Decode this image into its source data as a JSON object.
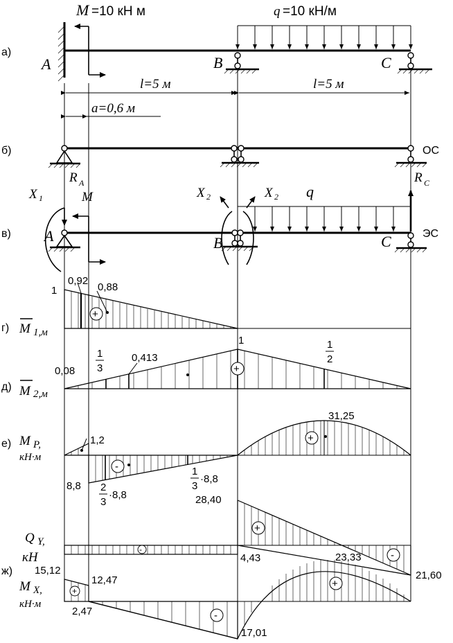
{
  "rows": {
    "a": "а)",
    "b": "б)",
    "v": "в)",
    "g": "г)",
    "d": "д)",
    "e": "е)",
    "zh": "ж)"
  },
  "loads": {
    "moment_M": "M",
    "moment_value": "=10 кН м",
    "q_sym": "q",
    "q_value": "=10 кН/м",
    "q_short": "q"
  },
  "dims": {
    "l1": "l=5 м",
    "l2": "l=5 м",
    "a": "a=0,6 м"
  },
  "points": {
    "A": "A",
    "B": "B",
    "C": "C"
  },
  "systems": {
    "os": "ОС",
    "es": "ЭС"
  },
  "reactions": {
    "RA_main": "R",
    "RA_sub": "A",
    "RC_main": "R",
    "RC_sub": "C",
    "X1_main": "X",
    "X1_sub": "1",
    "X2a_main": "X",
    "X2a_sub": "2",
    "X2b_main": "X",
    "X2b_sub": "2",
    "M": "M"
  },
  "diagrams": {
    "m1_label": "M",
    "m1_sub": "1,м",
    "m2_label": "M",
    "m2_sub": "2,м",
    "mp_label": "M",
    "mp_sub": "P,",
    "mp_unit": "кН·м",
    "qy_label": "Q",
    "qy_sub": "Y,",
    "qy_unit": "кН",
    "mx_label": "M",
    "mx_sub": "X,",
    "mx_unit": "кН·м"
  },
  "values": {
    "m1_1": "1",
    "m1_092": "0,92",
    "m1_088": "0,88",
    "m2_008": "0,08",
    "m2_third_num": "1",
    "m2_third_den": "3",
    "m2_0413": "0,413",
    "m2_1": "1",
    "m2_half_num": "1",
    "m2_half_den": "2",
    "mp_12": "1,2",
    "mp_88": "8,8",
    "mp_23_num": "2",
    "mp_23_den": "3",
    "mp_23_tail": "·8,8",
    "mp_13_num": "1",
    "mp_13_den": "3",
    "mp_13_tail": "·8,8",
    "mp_3125": "31,25",
    "qy_2840": "28,40",
    "qy_443": "4,43",
    "qy_2160": "21,60",
    "mx_1512": "15,12",
    "mx_1247": "12,47",
    "mx_247": "2,47",
    "mx_2333": "23,33",
    "mx_1701": "17,01"
  },
  "signs": {
    "plus": "+",
    "minus": "-"
  }
}
